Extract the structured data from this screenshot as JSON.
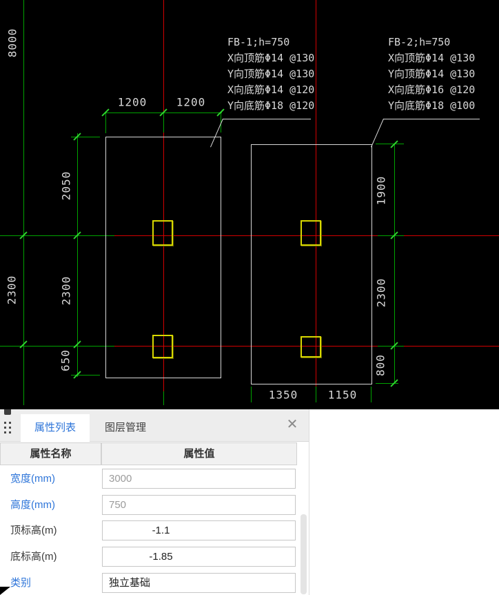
{
  "drawing": {
    "fb1": {
      "title": "FB-1;h=750",
      "rebar": [
        "X向顶筋Φ14 @130",
        "Y向顶筋Φ14 @130",
        "X向底筋Φ14 @120",
        "Y向底筋Φ18 @120"
      ]
    },
    "fb2": {
      "title": "FB-2;h=750",
      "rebar": [
        "X向顶筋Φ14 @130",
        "Y向顶筋Φ14 @130",
        "X向底筋Φ16 @120",
        "Y向底筋Φ18 @100"
      ]
    },
    "dims": {
      "top": [
        "1200",
        "1200"
      ],
      "bottom": [
        "1350",
        "1150"
      ],
      "left_outer": [
        "8000",
        "2300"
      ],
      "left_inner": [
        "2050",
        "2300",
        "650"
      ],
      "right": [
        "1900",
        "2300",
        "800"
      ]
    },
    "colors": {
      "grid_green": "#00a400",
      "tick_green": "#2fd42f",
      "centerline_red": "#d40000",
      "outline_white": "#d8d8d8",
      "column_yellow": "#d8d800"
    }
  },
  "panel": {
    "tabs": [
      {
        "label": "属性列表",
        "active": true
      },
      {
        "label": "图层管理",
        "active": false
      }
    ],
    "close_glyph": "✕",
    "header": {
      "name_col": "属性名称",
      "value_col": "属性值"
    },
    "rows": [
      {
        "label": "宽度(mm)",
        "value": "3000"
      },
      {
        "label": "高度(mm)",
        "value": "750"
      },
      {
        "label": "顶标高(m)",
        "value": "-1.1"
      },
      {
        "label": "底标高(m)",
        "value": "-1.85"
      },
      {
        "label": "类别",
        "value": "独立基础"
      }
    ],
    "accent_blue": "#2e75d9"
  }
}
